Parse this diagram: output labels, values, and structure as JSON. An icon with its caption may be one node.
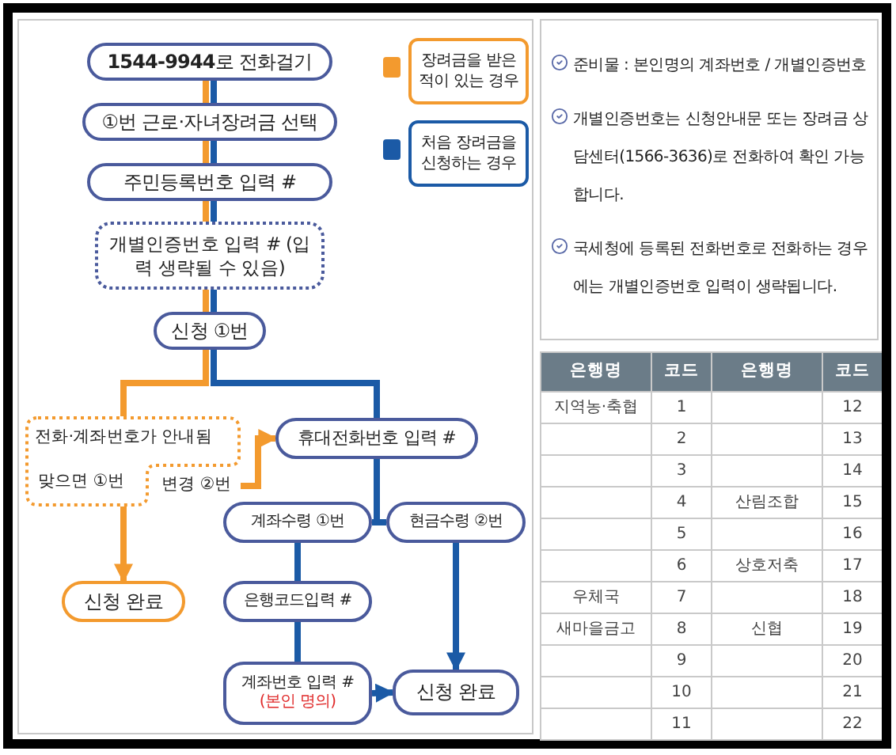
{
  "diagram": {
    "nodes": [
      {
        "text": [
          "**1544-9944**로 전화걸기"
        ]
      },
      {
        "text": [
          "①번 근로·자녀장려금 선택"
        ]
      },
      {
        "text": [
          "주민등록번호 입력 #"
        ]
      },
      {
        "text": [
          "개별인증번호 입력 # (입력 생략될 수 있음)"
        ]
      },
      {
        "text": [
          "신청 ①번"
        ]
      },
      {
        "text": [
          "전화·계좌번호가 안내됨",
          "맞으면 ①번"
        ]
      },
      {
        "text": [
          "변경 ②번"
        ]
      },
      {
        "text": [
          "휴대전화번호 입력 #"
        ]
      },
      {
        "text": [
          "계좌수령 ①번"
        ]
      },
      {
        "text": [
          "현금수령 ②번"
        ]
      },
      {
        "text": [
          "은행코드입력 #"
        ]
      },
      {
        "text": [
          "계좌번호 입력 #",
          "(본인 명의)"
        ]
      },
      {
        "text": [
          "신청 완료"
        ]
      },
      {
        "text": [
          "신청 완료"
        ]
      }
    ],
    "edges": [
      {
        "from": 0,
        "to": 1,
        "arrow": "none",
        "color": "#f39a2e"
      },
      {
        "from": 0,
        "to": 1,
        "arrow": "none"
      },
      {
        "from": 1,
        "to": 2,
        "arrow": "none",
        "color": "#f39a2e"
      },
      {
        "from": 1,
        "to": 2,
        "arrow": "none"
      },
      {
        "from": 2,
        "to": 3,
        "arrow": "none",
        "color": "#f39a2e"
      },
      {
        "from": 2,
        "to": 3,
        "arrow": "none"
      },
      {
        "from": 3,
        "to": 4,
        "arrow": "none",
        "color": "#f39a2e"
      },
      {
        "from": 3,
        "to": 4,
        "arrow": "none"
      },
      {
        "from": 4,
        "to": 5,
        "arrow": "none",
        "color": "#f39a2e"
      },
      {
        "from": 4,
        "to": 7,
        "arrow": "none"
      },
      {
        "from": 6,
        "to": 7,
        "arrow": "to",
        "color": "#f39a2e"
      },
      {
        "from": 5,
        "to": 12,
        "arrow": "to",
        "color": "#f39a2e"
      },
      {
        "from": 7,
        "to": 8,
        "arrow": "none"
      },
      {
        "from": 7,
        "to": 9,
        "arrow": "none"
      },
      {
        "from": 8,
        "to": 10,
        "arrow": "none"
      },
      {
        "from": 10,
        "to": 11,
        "arrow": "none"
      },
      {
        "from": 11,
        "to": 13,
        "arrow": "to"
      },
      {
        "from": 9,
        "to": 13,
        "arrow": "to"
      }
    ],
    "labels": [
      "준비물 : 본인명의 계좌번호 / 개별인증번호",
      "개별인증번호는 신청안내문 또는 장려금 상담센터(1566-3636)로 전화하여 확인 가능합니다.",
      "국세청에 등록된 전화번호로 전화하는 경우에는 개별인증번호 입력이 생략됩니다.",
      "은행명",
      "코드",
      "은행명",
      "코드",
      "지역농·축협",
      "1",
      "12",
      "2",
      "13",
      "3",
      "14",
      "4",
      "산림조합",
      "15",
      "5",
      "16",
      "6",
      "상호저축",
      "17",
      "우체국",
      "7",
      "18",
      "새마을금고",
      "8",
      "신협",
      "19",
      "9",
      "20",
      "10",
      "21",
      "11",
      "22"
    ],
    "legend": [
      {
        "text": "장려금을 받은 적이 있는 경우",
        "color": "#f39a2e"
      },
      {
        "text": "처음 장려금을 신청하는 경우",
        "color": "#1b5aa6"
      }
    ]
  }
}
